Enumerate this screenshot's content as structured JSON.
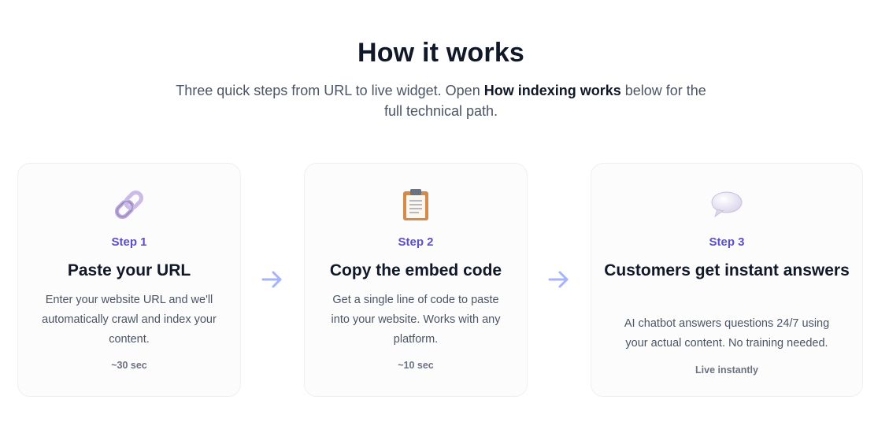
{
  "header": {
    "title": "How it works",
    "subtitle_before": "Three quick steps from URL to live widget. Open ",
    "subtitle_link": "How indexing works",
    "subtitle_after": " below for the full technical path."
  },
  "steps": [
    {
      "icon": "link-icon",
      "label": "Step 1",
      "title": "Paste your URL",
      "description": "Enter your website URL and we'll automatically crawl and index your content.",
      "time": "~30 sec"
    },
    {
      "icon": "clipboard-icon",
      "label": "Step 2",
      "title": "Copy the embed code",
      "description": "Get a single line of code to paste into your website. Works with any platform.",
      "time": "~10 sec"
    },
    {
      "icon": "speech-bubble-icon",
      "label": "Step 3",
      "title": "Customers get instant answers",
      "description": "AI chatbot answers questions 24/7 using your actual content. No training needed.",
      "time": "Live instantly"
    }
  ],
  "colors": {
    "accent": "#5b50c8",
    "arrow": "#a5b4fc",
    "card_bg": "#fcfcfd",
    "card_border": "#eeeff2"
  }
}
